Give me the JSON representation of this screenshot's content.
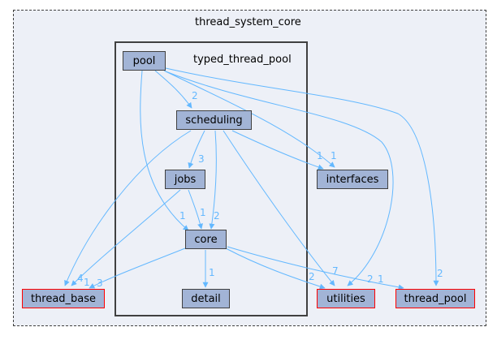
{
  "clusters": {
    "outer_title": "thread_system_core",
    "inner_title": "typed_thread_pool"
  },
  "nodes": {
    "pool": "pool",
    "scheduling": "scheduling",
    "jobs": "jobs",
    "core": "core",
    "detail": "detail",
    "interfaces": "interfaces",
    "thread_base": "thread_base",
    "utilities": "utilities",
    "thread_pool": "thread_pool"
  },
  "edge_labels": {
    "pool_scheduling": "2",
    "pool_interfaces": "1",
    "pool_thread_pool": "2",
    "scheduling_jobs": "3",
    "scheduling_interfaces": "1",
    "scheduling_core": "2",
    "scheduling_utilities": "7",
    "jobs_core": "1",
    "pool_core": "1",
    "core_detail": "1",
    "core_utilities": "2",
    "core_thread_pool": "1",
    "pool_utilities": "2",
    "scheduling_thread_base": "4",
    "jobs_thread_base": "1",
    "core_thread_base": "3"
  },
  "colors": {
    "edge": "#63b8ff",
    "node_fill": "#a2b4d6",
    "cluster_fill": "#edf0f7",
    "external_border": "#ff0000"
  }
}
